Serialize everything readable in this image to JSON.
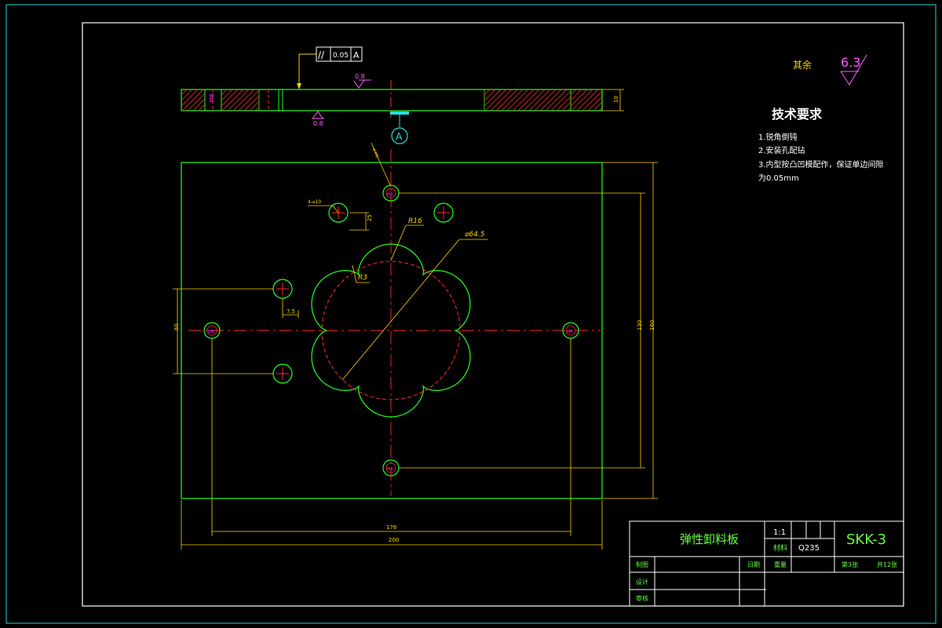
{
  "drawing": {
    "title": "弹性卸料板",
    "scale": "1:1",
    "material_label": "材料",
    "material": "Q235",
    "drawing_number": "SKK-3",
    "weight_label": "重量",
    "sheet": "第3张",
    "total_sheets": "共12张",
    "drawn_by_label": "制图",
    "date_label": "日期",
    "designed_label": "设计",
    "checked_label": "审核"
  },
  "roughness": {
    "rest_label": "其余",
    "rest_value": "6.3",
    "top_value": "0.8",
    "bottom_value": "0.8"
  },
  "tolerance": {
    "symbol": "//",
    "value": "0.05",
    "datum": "A"
  },
  "datum_label": "A",
  "tech": {
    "heading": "技术要求",
    "items": [
      "1.锐角倒钝",
      "2.安装孔配钻",
      "3.内型按凸凹模配作，保证单边间隙",
      "为0.05mm"
    ]
  },
  "dimensions": {
    "width": "200",
    "hole_span_x": "176",
    "height": "160",
    "hole_span_y": "130",
    "thickness": "10",
    "side_holes_span": "60",
    "dia_circle": "⌀64.5",
    "r16": "R16",
    "r3": "R3",
    "pin_dia": "4-⌀10",
    "offset_25": "25",
    "offset_75": "7.5",
    "m8": "M8",
    "angle_top": "4-M8"
  },
  "colors": {
    "frame": "#ffffff",
    "outline": "#22ff22",
    "dimension": "#ffd200",
    "center": "#ff2a2a",
    "hatch": "#ff2a2a",
    "magenta": "#ff2bff",
    "cyan": "#25e0e0",
    "text_green": "#66ff44",
    "roughness": "#ff5cff"
  }
}
